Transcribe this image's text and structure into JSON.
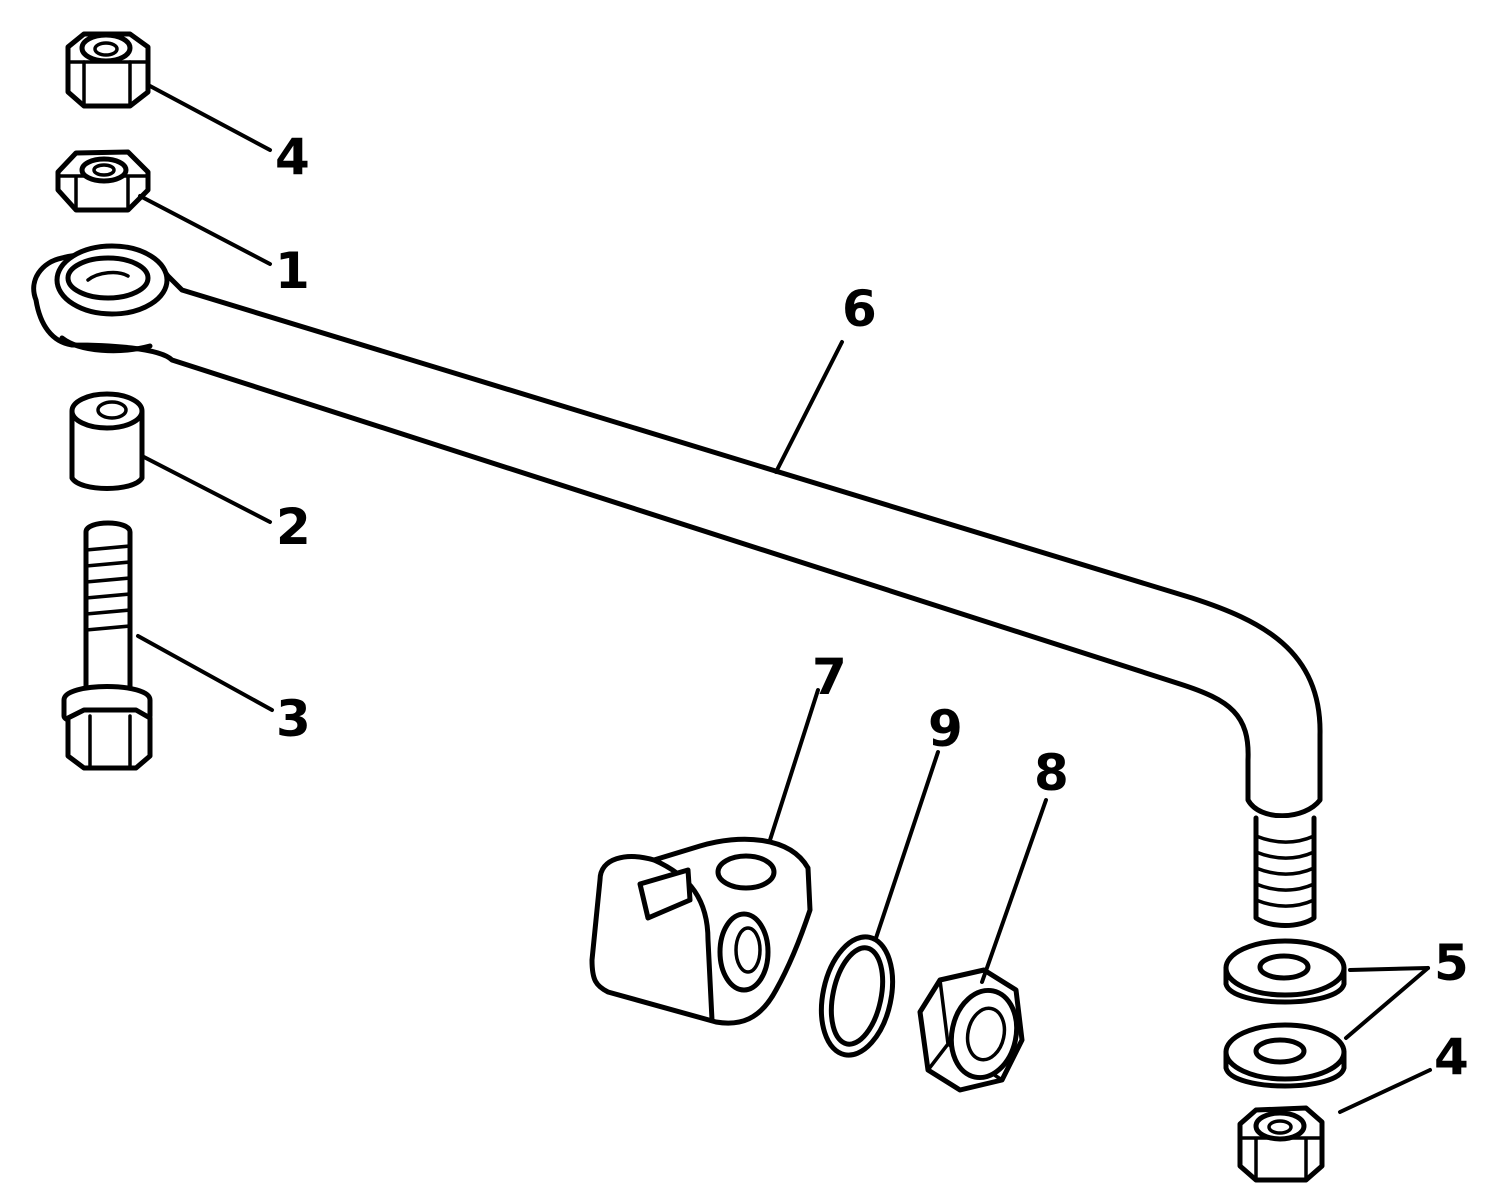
{
  "callouts": {
    "c1": "1",
    "c2": "2",
    "c3": "3",
    "c4_top": "4",
    "c4_bottom": "4",
    "c5": "5",
    "c6": "6",
    "c7": "7",
    "c8": "8",
    "c9": "9"
  }
}
